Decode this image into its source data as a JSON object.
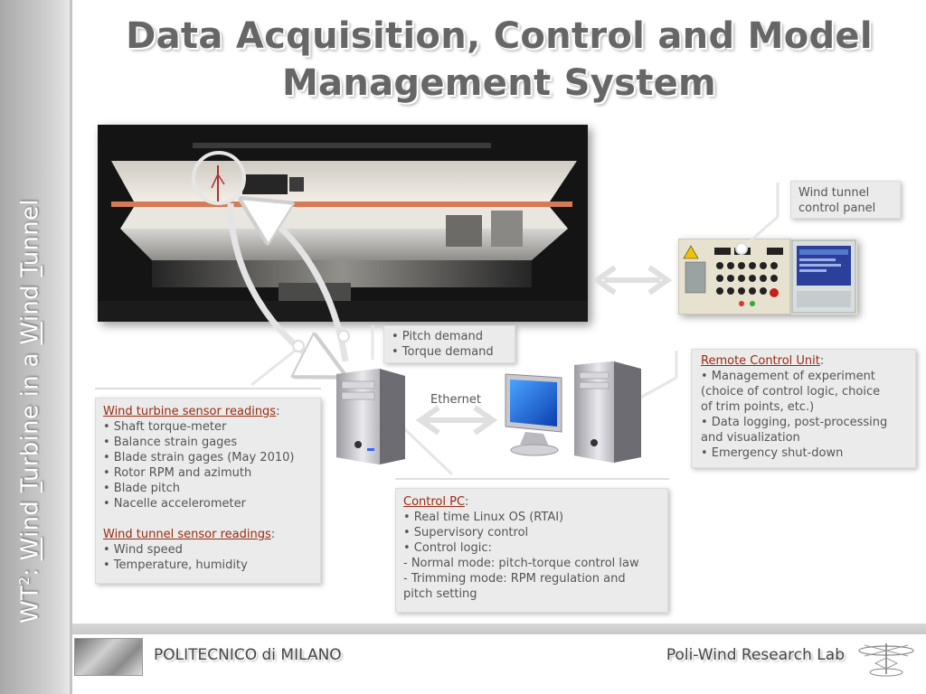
{
  "slide": {
    "title_line1": "Data Acquisition, Control and Model",
    "title_line2": "Management System",
    "side_title_prefix": "WT",
    "side_title_sup": "2",
    "side_title_rest1": ": ",
    "side_title_w": "W",
    "side_title_ind": "ind ",
    "side_title_t": "T",
    "side_title_urbine": "urbine in a ",
    "side_title_w2": "W",
    "side_title_ind2": "ind ",
    "side_title_t2": "T",
    "side_title_unnel": "unnel"
  },
  "labels": {
    "wind_tunnel_panel": [
      "Wind tunnel",
      "control panel"
    ],
    "demands": [
      "• Pitch demand",
      "• Torque demand"
    ],
    "ethernet": "Ethernet"
  },
  "sensor_box": {
    "heading1": "Wind turbine sensor readings",
    "colon1": ":",
    "items1": [
      "• Shaft torque-meter",
      "• Balance strain gages",
      "• Blade strain gages (May 2010)",
      "• Rotor RPM and azimuth",
      "• Blade pitch",
      "• Nacelle accelerometer"
    ],
    "heading2": "Wind tunnel sensor readings",
    "colon2": ":",
    "items2": [
      "• Wind speed",
      "• Temperature, humidity"
    ]
  },
  "control_pc_box": {
    "heading": "Control PC",
    "colon": ":",
    "items": [
      "• Real time Linux OS (RTAI)",
      "• Supervisory control",
      "• Control logic:",
      "- Normal mode: pitch-torque control law",
      "- Trimming mode: RPM regulation and",
      "pitch setting"
    ]
  },
  "remote_box": {
    "heading": "Remote Control Unit",
    "colon": ":",
    "items": [
      "• Management of experiment",
      "(choice of control logic, choice",
      "of trim points, etc.)",
      "• Data logging, post-processing",
      "and visualization",
      "• Emergency shut-down"
    ]
  },
  "footer": {
    "left": "POLITECNICO di MILANO",
    "right": "Poli-Wind Research Lab"
  },
  "colors": {
    "heading_red": "#9a2a10",
    "box_bg": "#ebebeb",
    "band_gray": "#bdbdbd"
  }
}
